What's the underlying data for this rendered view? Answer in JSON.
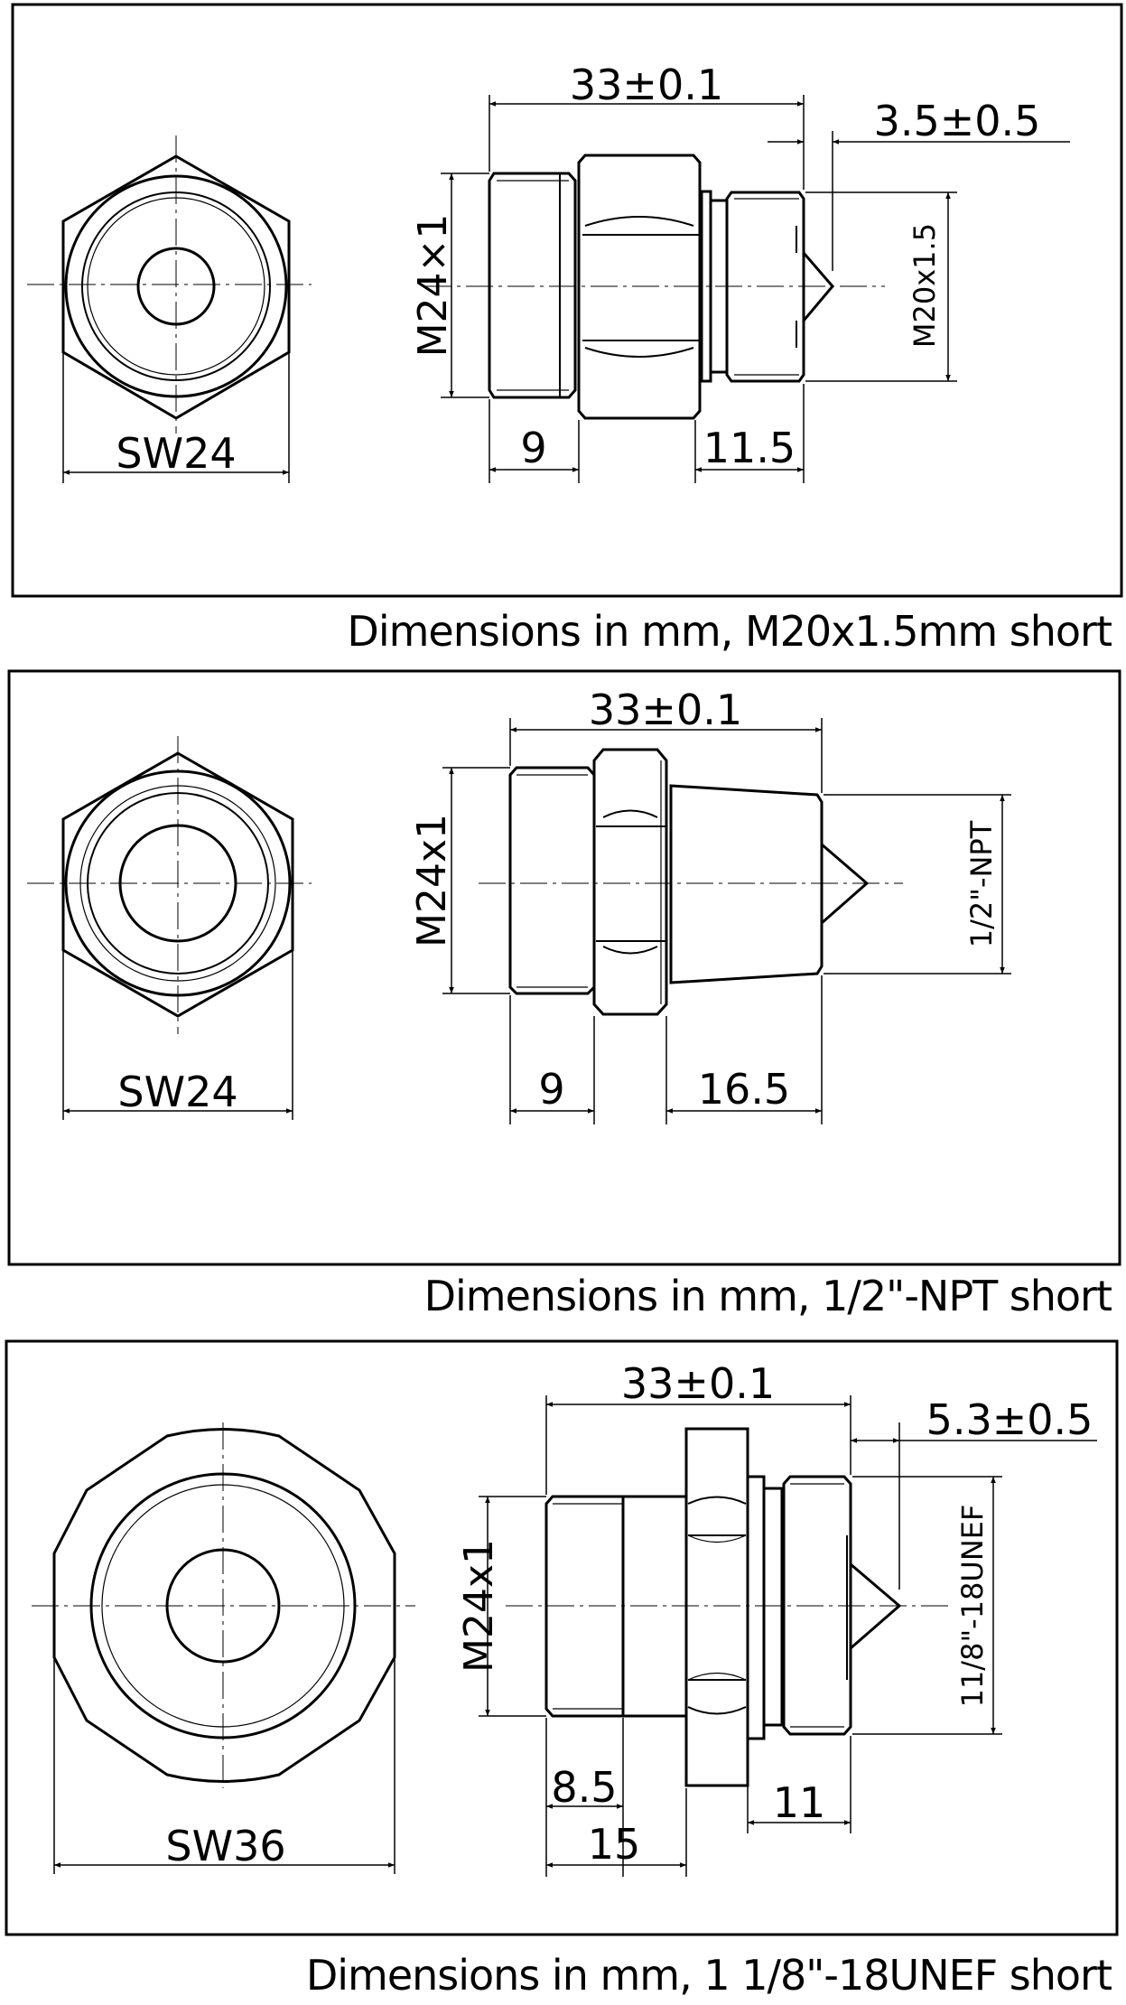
{
  "captions": {
    "top": "Dimensions in mm, M20x1.5mm short",
    "middle": "Dimensions in mm, 1/2\"-NPT short",
    "bottom": "Dimensions in mm, 1 1/8\"-18UNEF short"
  },
  "top_view": {
    "sw": "SW24",
    "overall_length": "33±0.1",
    "tip": "3.5±0.5",
    "body_thread": "M24×1",
    "end_thread": "M20x1.5",
    "left_len": "9",
    "right_len": "11.5"
  },
  "middle_view": {
    "sw": "SW24",
    "overall_length": "33±0.1",
    "body_thread": "M24x1",
    "end_thread": "1/2\"-NPT",
    "left_len": "9",
    "right_len": "16.5"
  },
  "bottom_view": {
    "sw": "SW36",
    "overall_length": "33±0.1",
    "tip": "5.3±0.5",
    "body_thread": "M24x1",
    "end_thread": "11/8\"-18UNEF",
    "left_len_a": "8.5",
    "left_len_b": "15",
    "right_len": "11"
  }
}
